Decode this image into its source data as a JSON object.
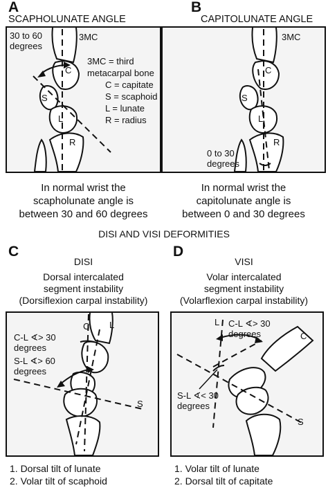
{
  "panelA": {
    "letter": "A",
    "title": "SCAPHOLUNATE ANGLE",
    "angle_label": "30 to 60\ndegrees",
    "tag_3mc": "3MC",
    "legend": [
      "3MC = third metacarpal bone",
      "C = capitate",
      "S = scaphoid",
      "L = lunate",
      "R = radius"
    ],
    "bone_C": "C",
    "bone_S": "S",
    "bone_L": "L",
    "bone_R": "R",
    "caption": [
      "In normal wrist the",
      "scapholunate angle is",
      "between 30 and 60 degrees"
    ]
  },
  "panelB": {
    "letter": "B",
    "title": "CAPITOLUNATE ANGLE",
    "tag_3mc": "3MC",
    "angle_label": "0 to 30\ndegrees",
    "bone_C": "C",
    "bone_S": "S",
    "bone_L": "L",
    "bone_R": "R",
    "caption": [
      "In normal wrist the",
      "capitolunate angle is",
      "between 0 and 30 degrees"
    ]
  },
  "middle_heading": "DISI AND VISI DEFORMITIES",
  "panelC": {
    "letter": "C",
    "subtitle": "DISI",
    "desc": [
      "Dorsal intercalated",
      "segment instability",
      "(Dorsiflexion carpal instability)"
    ],
    "cl_label": "C-L ∢> 30\ndegrees",
    "sl_label": "S-L ∢> 60\ndegrees",
    "bone_C": "C",
    "bone_L": "L",
    "bone_S": "S",
    "list": [
      "1. Dorsal tilt of lunate",
      "2. Volar tilt of scaphoid"
    ]
  },
  "panelD": {
    "letter": "D",
    "subtitle": "VISI",
    "desc": [
      "Volar intercalated",
      "segment instability",
      "(Volarflexion carpal instability)"
    ],
    "cl_label": "C-L ∢> 30\ndegrees",
    "sl_label": "S-L ∢< 30\ndegrees",
    "bone_C": "C",
    "bone_L": "L",
    "bone_S": "S",
    "list": [
      "1. Volar tilt of lunate",
      "2. Dorsal tilt of capitate"
    ]
  }
}
